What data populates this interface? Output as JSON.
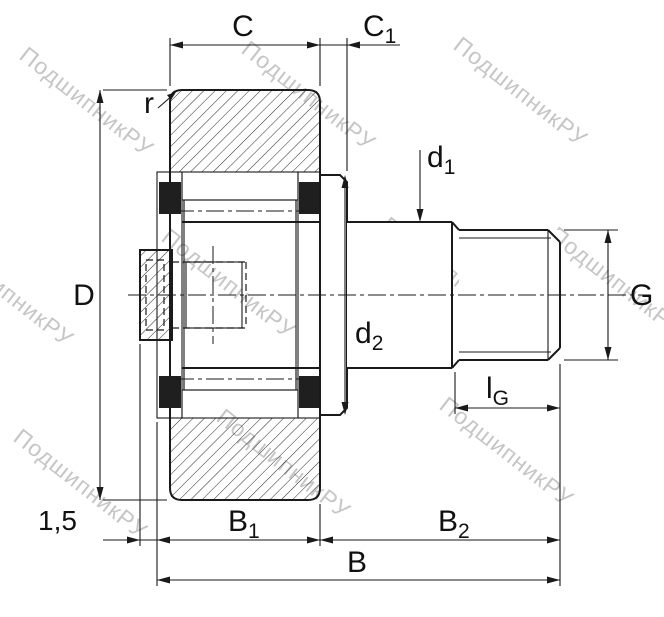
{
  "watermark": {
    "text": "ПодшипникРУ"
  },
  "dimensions": {
    "C": {
      "main": "C"
    },
    "C1": {
      "main": "C",
      "sub": "1"
    },
    "r": {
      "main": "r"
    },
    "D": {
      "main": "D"
    },
    "d1": {
      "main": "d",
      "sub": "1"
    },
    "d2": {
      "main": "d",
      "sub": "2"
    },
    "G": {
      "main": "G"
    },
    "lG": {
      "main": "l",
      "sub": "G"
    },
    "chamfer": {
      "main": "1,5"
    },
    "B1": {
      "main": "B",
      "sub": "1"
    },
    "B2": {
      "main": "B",
      "sub": "2"
    },
    "B": {
      "main": "B"
    }
  }
}
